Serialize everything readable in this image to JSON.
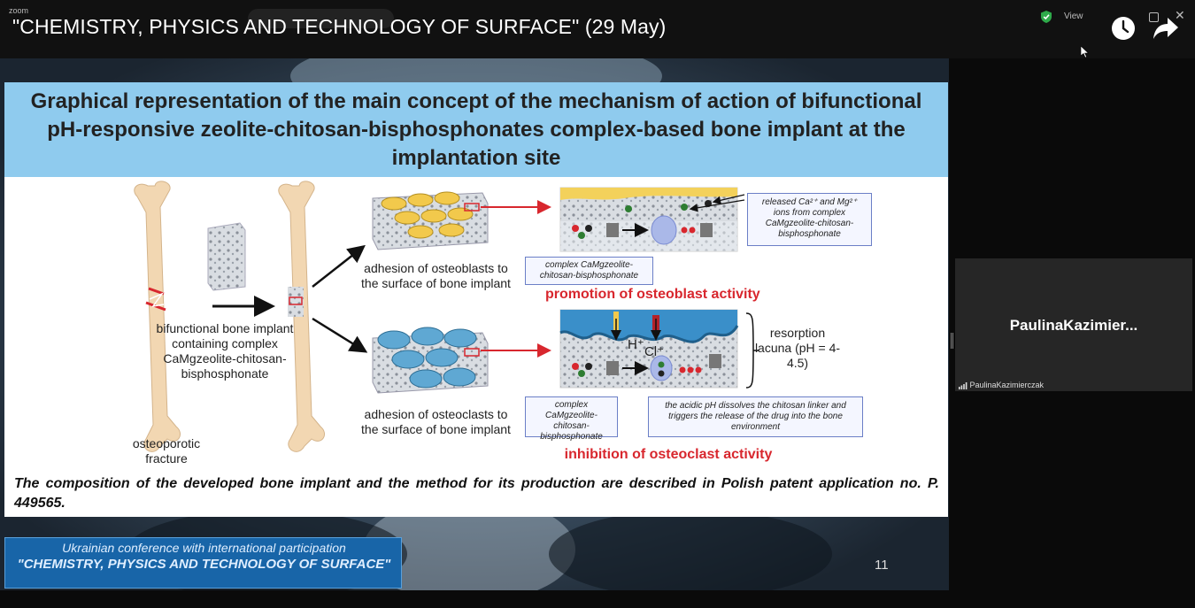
{
  "window": {
    "app_label": "zoom",
    "title": "\"CHEMISTRY, PHYSICS AND TECHNOLOGY OF SURFACE\" (29 May)",
    "view_label": "View"
  },
  "slide": {
    "title": "Graphical representation of the main concept of the mechanism of action of bifunctional pH-responsive zeolite-chitosan-bisphosphonates complex-based bone implant at the implantation site",
    "labels": {
      "fracture": "osteoporotic fracture",
      "implant": "bifunctional bone implant containing complex CaMgzeolite-chitosan-bisphosphonate",
      "osteoblasts": "adhesion of osteoblasts to the surface of bone implant",
      "osteoclasts": "adhesion of osteoclasts to the surface of bone implant",
      "released_ions": "released Ca²⁺ and Mg²⁺ ions from complex CaMgzeolite-chitosan-bisphosphonate",
      "complex_top": "complex CaMgzeolite-chitosan-bisphosphonate",
      "complex_bottom": "complex CaMgzeolite-chitosan-bisphosphonate",
      "promotion": "promotion of osteoblast activity",
      "inhibition": "inhibition of osteoclast activity",
      "resorption": "resorption lacuna (pH = 4-4.5)",
      "acidic": "the acidic pH dissolves the chitosan linker and triggers the release of the drug into the bone environment",
      "h_ion": "H⁺",
      "cl_ion": "Cl⁺"
    },
    "footnote": "The composition of the developed bone implant and the method for its production are described in Polish patent application no. P. 449565."
  },
  "banner": {
    "line1": "Ukrainian conference with international participation",
    "line2": "\"CHEMISTRY, PHYSICS AND TECHNOLOGY OF SURFACE\""
  },
  "page_number": "11",
  "participant": {
    "display_name": "PaulinaKazimier...",
    "label": "PaulinaKazimierczak"
  },
  "colors": {
    "header_blue": "#8fcbee",
    "heading_red": "#d8272e",
    "callout_border": "#6b7fc7",
    "banner_blue": "#1865a8"
  },
  "icons": [
    "shield-icon",
    "clock-icon",
    "share-icon",
    "close-icon",
    "restore-icon",
    "cursor-icon",
    "signal-icon"
  ]
}
